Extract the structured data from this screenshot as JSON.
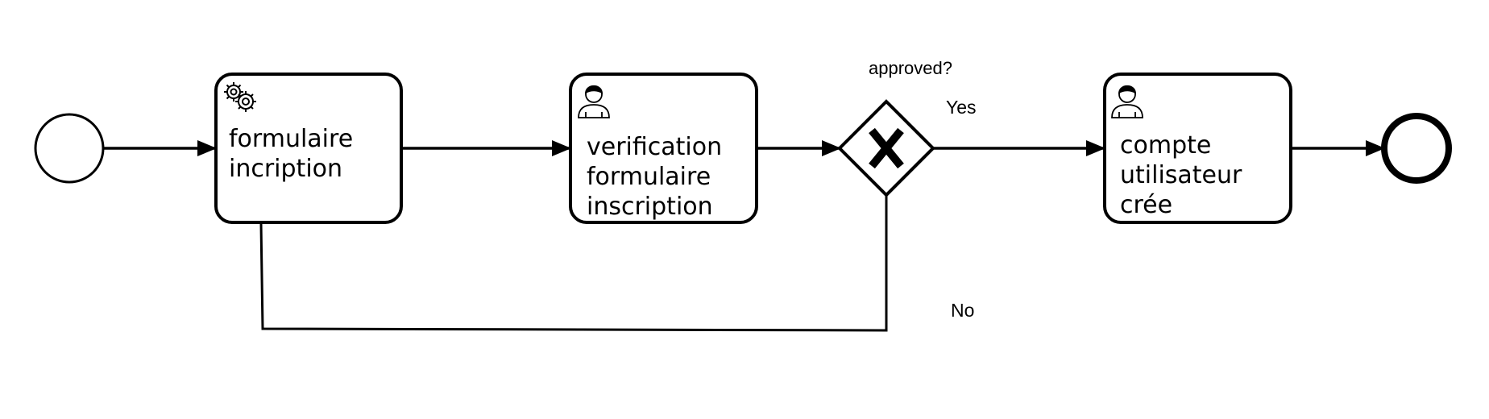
{
  "diagram": {
    "tasks": [
      {
        "id": "task1",
        "label_lines": [
          "formulaire",
          "incription"
        ],
        "icon": "gear-icon"
      },
      {
        "id": "task2",
        "label_lines": [
          "verification",
          "formulaire",
          "inscription"
        ],
        "icon": "user-icon"
      },
      {
        "id": "task3",
        "label_lines": [
          "compte",
          "utilisateur",
          "crée"
        ],
        "icon": "user-icon"
      }
    ],
    "gateway": {
      "type": "exclusive",
      "label": "approved?"
    },
    "flows": {
      "yes_label": "Yes",
      "no_label": "No"
    },
    "colors": {
      "stroke": "#000000",
      "fill": "#ffffff"
    }
  }
}
